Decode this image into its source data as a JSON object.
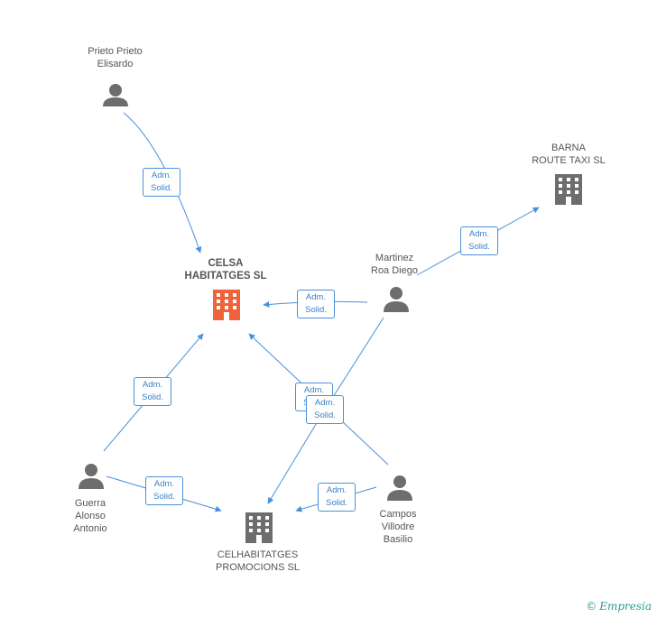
{
  "nodes": {
    "prieto": {
      "label_lines": [
        "Prieto Prieto",
        "Elisardo"
      ]
    },
    "celsa": {
      "label_lines": [
        "CELSA",
        "HABITATGES SL"
      ]
    },
    "barna": {
      "label_lines": [
        "BARNA",
        "ROUTE TAXI SL"
      ]
    },
    "martinez": {
      "label_lines": [
        "Martinez",
        "Roa Diego"
      ]
    },
    "guerra": {
      "label_lines": [
        "Guerra",
        "Alonso",
        "Antonio"
      ]
    },
    "celhab": {
      "label_lines": [
        "CELHABITATGES",
        "PROMOCIONS SL"
      ]
    },
    "campos": {
      "label_lines": [
        "Campos",
        "Villodre",
        "Basilio"
      ]
    }
  },
  "edge_label": {
    "line1": "Adm.",
    "line2": "Solid."
  },
  "brand": {
    "copyright": "©",
    "name": "Empresia"
  },
  "colors": {
    "edge": "#4a90d9",
    "person": "#6d6d6d",
    "company": "#6d6d6d",
    "main_company": "#f0623a"
  }
}
